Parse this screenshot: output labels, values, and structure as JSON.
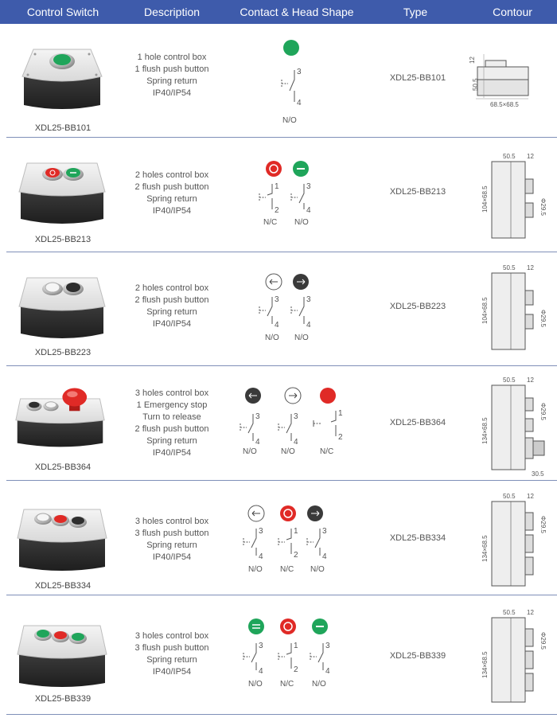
{
  "header": {
    "col_switch": "Control Switch",
    "col_desc": "Description",
    "col_contact": "Contact & Head Shape",
    "col_type": "Type",
    "col_contour": "Contour"
  },
  "rows": [
    {
      "code": "XDL25-BB101",
      "desc": [
        "1 hole control box",
        "1 flush push button",
        "Spring return",
        "IP40/IP54"
      ],
      "type": "XDL25-BB101",
      "contacts": [
        "N/O"
      ],
      "contour": {
        "dim_a": "12",
        "dim_b": "50.5",
        "dim_c": "68.5×68.5"
      }
    },
    {
      "code": "XDL25-BB213",
      "desc": [
        "2 holes control box",
        "2 flush push button",
        "Spring return",
        "IP40/IP54"
      ],
      "type": "XDL25-BB213",
      "contacts": [
        "N/C",
        "N/O"
      ],
      "contour": {
        "dim_top_a": "50.5",
        "dim_top_b": "12",
        "dim_side": "104×68.5",
        "dim_phi": "Φ29.5"
      }
    },
    {
      "code": "XDL25-BB223",
      "desc": [
        "2 holes control box",
        "2 flush push button",
        "Spring return",
        "IP40/IP54"
      ],
      "type": "XDL25-BB223",
      "contacts": [
        "N/O",
        "N/O"
      ],
      "contour": {
        "dim_top_a": "50.5",
        "dim_top_b": "12",
        "dim_side": "104×68.5",
        "dim_phi": "Φ29.5"
      }
    },
    {
      "code": "XDL25-BB364",
      "desc": [
        "3 holes control box",
        "1 Emergency stop",
        "Turn to release",
        "2 flush push button",
        "Spring return",
        "IP40/IP54"
      ],
      "type": "XDL25-BB364",
      "contacts": [
        "N/O",
        "N/O",
        "N/C"
      ],
      "contour": {
        "dim_top_a": "50.5",
        "dim_top_b": "12",
        "dim_side": "134×68.5",
        "dim_phi": "Φ29.5",
        "dim_bottom": "30.5"
      }
    },
    {
      "code": "XDL25-BB334",
      "desc": [
        "3 holes control box",
        "3 flush push button",
        "Spring return",
        "IP40/IP54"
      ],
      "type": "XDL25-BB334",
      "contacts": [
        "N/O",
        "N/C",
        "N/O"
      ],
      "contour": {
        "dim_top_a": "50.5",
        "dim_top_b": "12",
        "dim_side": "134×68.5",
        "dim_phi": "Φ29.5"
      }
    },
    {
      "code": "XDL25-BB339",
      "desc": [
        "3 holes control box",
        "3 flush push button",
        "Spring return",
        "IP40/IP54"
      ],
      "type": "XDL25-BB339",
      "contacts": [
        "N/O",
        "N/C",
        "N/O"
      ],
      "contour": {
        "dim_top_a": "50.5",
        "dim_top_b": "12",
        "dim_side": "134×68.5",
        "dim_phi": "Φ29.5"
      }
    }
  ],
  "contact_numbers": {
    "no_top": "3",
    "no_bottom": "4",
    "nc_top": "1",
    "nc_bottom": "2"
  },
  "colors": {
    "header": "#3e5bab",
    "green": "#1fa55a",
    "red": "#e02a26",
    "dark": "#3a3a3a",
    "divider": "#7f8fb8"
  },
  "heads": {
    "row1": [
      "green-dot"
    ],
    "row2": [
      "red-ring",
      "green-minus"
    ],
    "row3": [
      "white-arrow-left",
      "dark-arrow-right"
    ],
    "row4": [
      "dark-arrow-left",
      "white-arrow-right",
      "red-mushroom"
    ],
    "row5": [
      "white-arrow-left",
      "red-ring",
      "dark-arrow-right"
    ],
    "row6": [
      "green-equals",
      "red-ring",
      "green-minus"
    ]
  }
}
